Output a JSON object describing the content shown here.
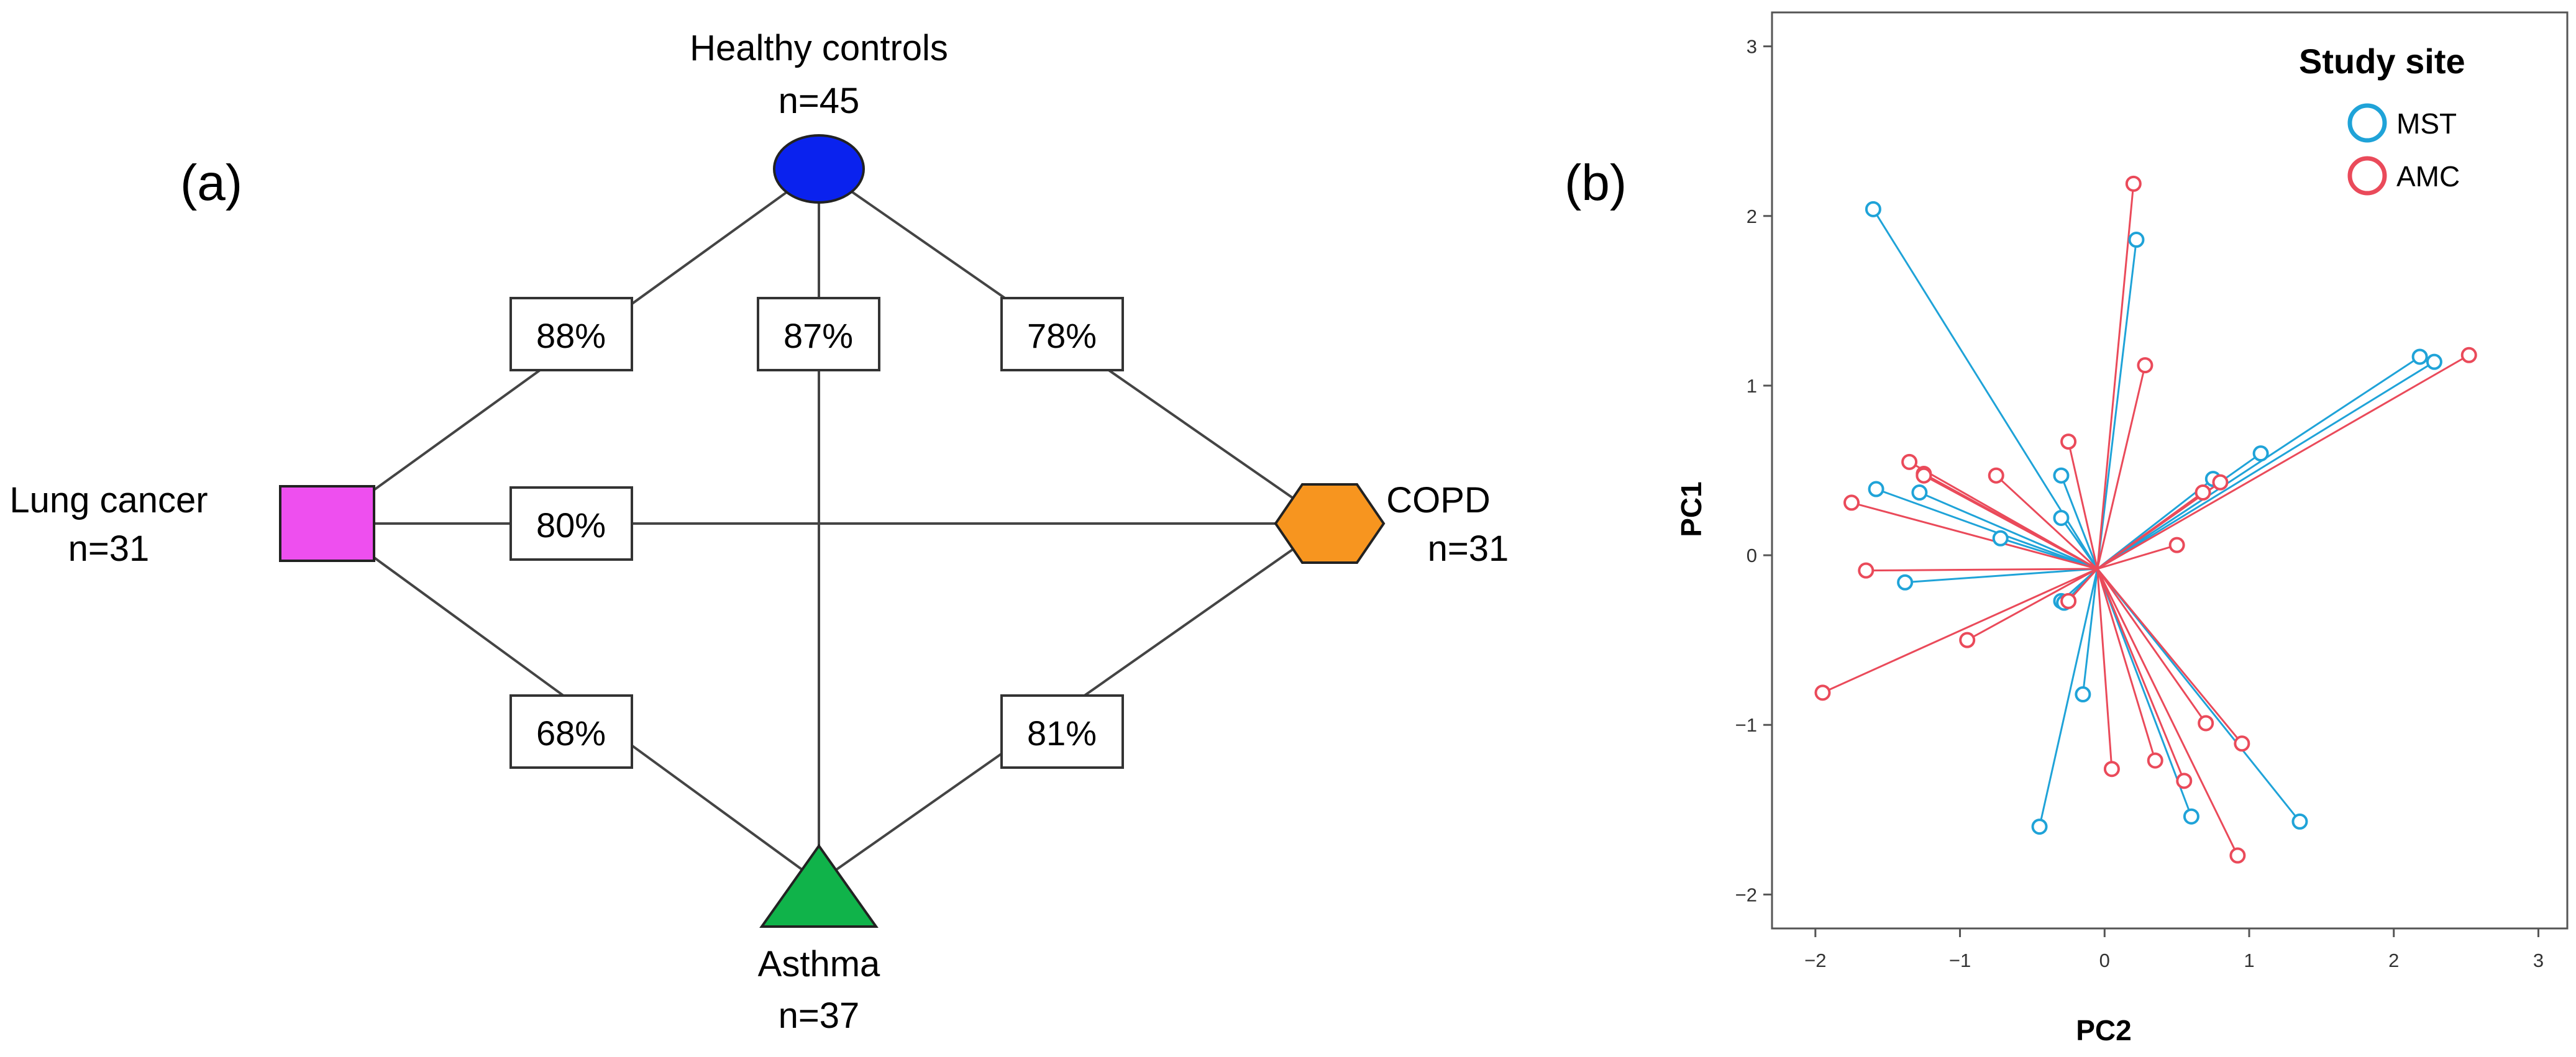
{
  "panel_a": {
    "label": "(a)",
    "nodes": {
      "healthy": {
        "name": "Healthy controls",
        "n": "n=45",
        "color": "#0a22ee"
      },
      "lung": {
        "name": "Lung cancer",
        "n": "n=31",
        "color": "#ee4fef"
      },
      "copd": {
        "name": "COPD",
        "n": "n=31",
        "color": "#f7951f"
      },
      "asthma": {
        "name": "Asthma",
        "n": "n=37",
        "color": "#10b34a"
      }
    },
    "edges": [
      {
        "from": "healthy",
        "to": "lung",
        "value": "88%"
      },
      {
        "from": "healthy",
        "to": "asthma",
        "value": "87%"
      },
      {
        "from": "healthy",
        "to": "copd",
        "value": "78%"
      },
      {
        "from": "lung",
        "to": "copd",
        "value": "80%"
      },
      {
        "from": "lung",
        "to": "asthma",
        "value": "68%"
      },
      {
        "from": "copd",
        "to": "asthma",
        "value": "81%"
      }
    ]
  },
  "panel_b": {
    "label": "(b)"
  },
  "chart_data": {
    "type": "scatter",
    "xlabel": "PC2",
    "ylabel": "PC1",
    "xlim": [
      -2.3,
      3.2
    ],
    "ylim": [
      -2.2,
      3.2
    ],
    "xticks": [
      -2,
      -1,
      0,
      1,
      2,
      3
    ],
    "yticks": [
      -2,
      -1,
      0,
      1,
      2,
      3
    ],
    "grid": false,
    "legend": {
      "title": "Study site",
      "position": "top-right"
    },
    "centroid": [
      -0.05,
      -0.08
    ],
    "series": [
      {
        "name": "MST",
        "color": "#1fa3d8",
        "points": [
          [
            -1.6,
            2.04
          ],
          [
            0.22,
            1.86
          ],
          [
            -1.58,
            0.39
          ],
          [
            -1.28,
            0.37
          ],
          [
            -0.72,
            0.1
          ],
          [
            -1.38,
            -0.16
          ],
          [
            -0.3,
            0.47
          ],
          [
            -0.3,
            0.22
          ],
          [
            -0.3,
            -0.27
          ],
          [
            -0.28,
            -0.28
          ],
          [
            -0.15,
            -0.82
          ],
          [
            -0.45,
            -1.6
          ],
          [
            0.6,
            -1.54
          ],
          [
            1.35,
            -1.57
          ],
          [
            2.18,
            1.17
          ],
          [
            2.28,
            1.14
          ],
          [
            1.08,
            0.6
          ],
          [
            0.75,
            0.45
          ]
        ]
      },
      {
        "name": "AMC",
        "color": "#ea4a5a",
        "points": [
          [
            0.2,
            2.19
          ],
          [
            0.28,
            1.12
          ],
          [
            -1.35,
            0.55
          ],
          [
            -1.25,
            0.48
          ],
          [
            -1.25,
            0.47
          ],
          [
            -0.75,
            0.47
          ],
          [
            -1.75,
            0.31
          ],
          [
            -0.25,
            0.67
          ],
          [
            -1.65,
            -0.09
          ],
          [
            -0.95,
            -0.5
          ],
          [
            -1.95,
            -0.81
          ],
          [
            -0.25,
            -0.27
          ],
          [
            0.5,
            0.06
          ],
          [
            0.68,
            0.37
          ],
          [
            0.8,
            0.43
          ],
          [
            2.52,
            1.18
          ],
          [
            0.05,
            -1.26
          ],
          [
            0.35,
            -1.21
          ],
          [
            0.55,
            -1.33
          ],
          [
            0.7,
            -0.99
          ],
          [
            0.95,
            -1.11
          ],
          [
            0.92,
            -1.77
          ]
        ]
      }
    ]
  }
}
